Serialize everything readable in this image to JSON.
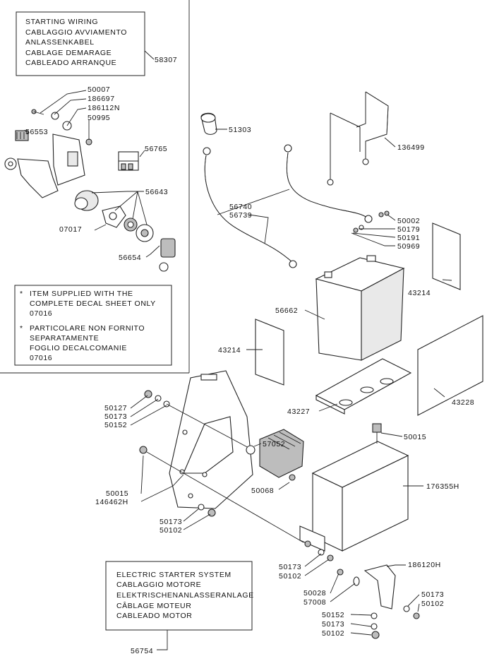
{
  "boxes": {
    "starting_wiring": [
      "STARTING WIRING",
      "CABLAGGIO AVVIAMENTO",
      "ANLASSENKABEL",
      "CABLAGE DEMARAGE",
      "CABLEADO ARRANQUE"
    ],
    "note": {
      "star": "*",
      "en": [
        "ITEM SUPPLIED WITH THE",
        "COMPLETE DECAL SHEET ONLY",
        "07016"
      ],
      "it": [
        "PARTICOLARE NON FORNITO",
        "SEPARATAMENTE",
        "FOGLIO DECALCOMANIE",
        "07016"
      ]
    },
    "electric_starter": [
      "ELECTRIC STARTER SYSTEM",
      "CABLAGGIO MOTORE",
      "ELEKTRISCHENANLASSERANLAGE",
      "CÂBLAGE MOTEUR",
      "CABLEADO MOTOR"
    ]
  },
  "labels": {
    "p58307": "58307",
    "p50007": "50007",
    "p186697": "186697",
    "p186112N": "186112N",
    "p50995": "50995",
    "p56553": "56553",
    "p56765": "56765",
    "p56643": "56643",
    "p07017": "07017",
    "p56654": "56654",
    "p51303": "51303",
    "p136499": "136499",
    "p56740": "56740",
    "p56739": "56739",
    "p50002": "50002",
    "p50179": "50179",
    "p50191": "50191",
    "p50969": "50969",
    "p43214a": "43214",
    "p56662": "56662",
    "p43214b": "43214",
    "p43227": "43227",
    "p43228": "43228",
    "p50127": "50127",
    "p50173a": "50173",
    "p50152a": "50152",
    "p57052": "57052",
    "p50015a": "50015",
    "p50015b": "50015",
    "p146462H": "146462H",
    "p50068": "50068",
    "p176355H": "176355H",
    "p50173b": "50173",
    "p50102a": "50102",
    "p50173c": "50173",
    "p50102b": "50102",
    "p186120H": "186120H",
    "p50028": "50028",
    "p57008": "57008",
    "p50173d": "50173",
    "p50102c": "50102",
    "p50152b": "50152",
    "p50173e": "50173",
    "p50102d": "50102",
    "p56754": "56754"
  }
}
